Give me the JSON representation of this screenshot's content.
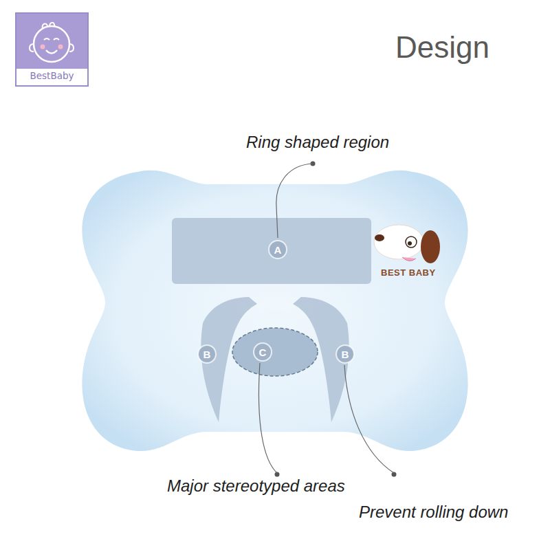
{
  "diagram": {
    "title": "Design",
    "nodes": [
      {
        "text": [
          "BestBaby"
        ]
      },
      {
        "text": [
          "BEST BABY"
        ]
      },
      {
        "text": [
          "A"
        ],
        "in": 1
      },
      {
        "text": [
          "B"
        ],
        "in": 1
      },
      {
        "text": [
          "C"
        ],
        "in": 1
      },
      {
        "text": [
          "B"
        ],
        "in": 1
      }
    ],
    "labels": [
      "Ring shaped region",
      "Major stereotyped areas",
      "Prevent rolling down"
    ]
  }
}
